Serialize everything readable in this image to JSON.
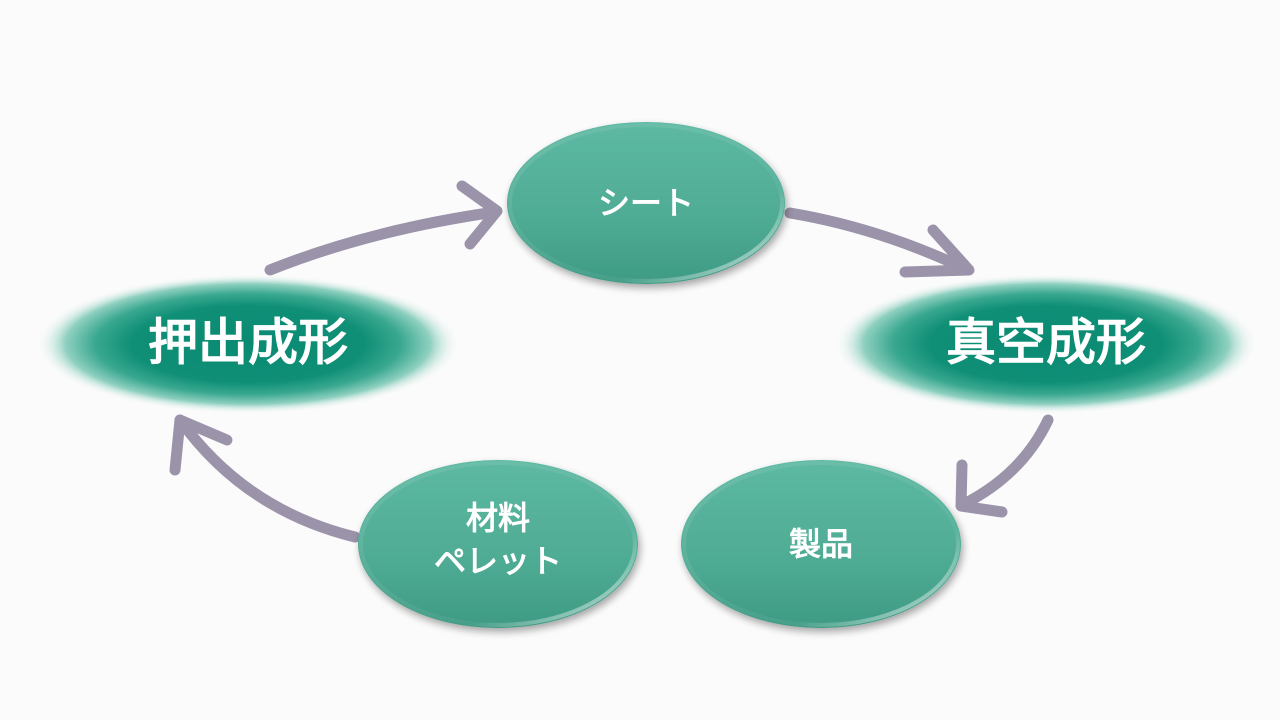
{
  "nodes": {
    "sheet": {
      "label": "シート"
    },
    "extrusion": {
      "label": "押出成形"
    },
    "vacuum": {
      "label": "真空成形"
    },
    "product": {
      "label": "製品"
    },
    "material": {
      "label_line1": "材料",
      "label_line2": "ペレット"
    }
  },
  "colors": {
    "node_fill": "#52ad96",
    "node_highlight": "#8fd0bf",
    "glow_core": "#0e8f76",
    "arrow": "#9b93a9",
    "background": "#fbfbfb"
  }
}
